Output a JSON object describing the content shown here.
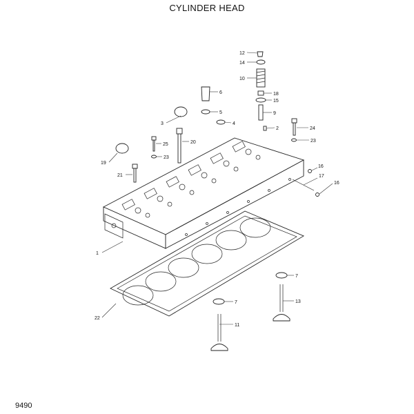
{
  "title": "CYLINDER HEAD",
  "sheet_number": "9490",
  "callouts": {
    "c1": "1",
    "c2": "2",
    "c3": "3",
    "c4": "4",
    "c5": "5",
    "c6": "6",
    "c7a": "7",
    "c7b": "7",
    "c9": "9",
    "c10": "10",
    "c11": "11",
    "c12": "12",
    "c13": "13",
    "c14": "14",
    "c15": "15",
    "c16a": "16",
    "c16b": "16",
    "c17": "17",
    "c18": "18",
    "c19": "19",
    "c20": "20",
    "c21": "21",
    "c22": "22",
    "c23a": "23",
    "c23b": "23",
    "c24": "24",
    "c25": "25"
  }
}
